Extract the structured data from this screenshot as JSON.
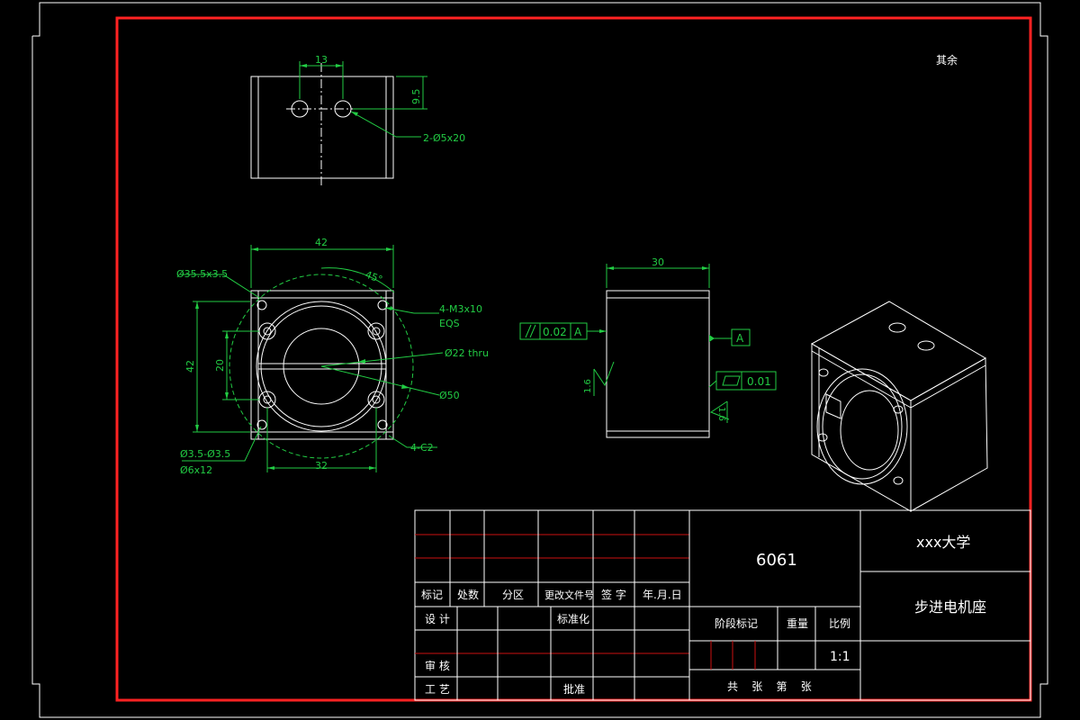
{
  "colors": {
    "frame": "#ff2222",
    "lines": "#ffffff",
    "dims": "#22cc44",
    "tableRows": "#cc1111",
    "background": "#000000"
  },
  "roughness_note": "其余",
  "top_view": {
    "dim_spacing": "13",
    "dim_height": "9.5",
    "holes_callout": "2-Ø5x20"
  },
  "front_view": {
    "dim_width": "42",
    "dim_height": "42",
    "dim_inner": "20",
    "dim_bottom": "32",
    "angle": "45°",
    "callout_cbore": "Ø35.5x3.5",
    "callout_thread_1": "4-M3x10",
    "callout_thread_2": "EQS",
    "callout_thru": "Ø22 thru",
    "callout_pcd": "Ø50",
    "callout_chamfer": "4-C2",
    "callout_hole_1": "Ø3.5-Ø3.5",
    "callout_hole_2": "Ø6x12"
  },
  "side_view": {
    "dim_width": "30",
    "parallel_value": "0.02",
    "parallel_datum": "A",
    "datum": "A",
    "flatness_value": "0.01",
    "rough_left": "1.6",
    "rough_right": "1.6"
  },
  "title_block": {
    "material": "6061",
    "school": "xxx大学",
    "part_name": "步进电机座",
    "header_row": [
      "标记",
      "处数",
      "分区",
      "更改文件号",
      "签 字",
      "年.月.日"
    ],
    "design": "设 计",
    "standardize": "标准化",
    "review": "审 核",
    "process": "工 艺",
    "approve": "批准",
    "stage_mark": "阶段标记",
    "weight": "重量",
    "scale_label": "比例",
    "scale": "1:1",
    "sheet_line": "共    张    第    张"
  }
}
